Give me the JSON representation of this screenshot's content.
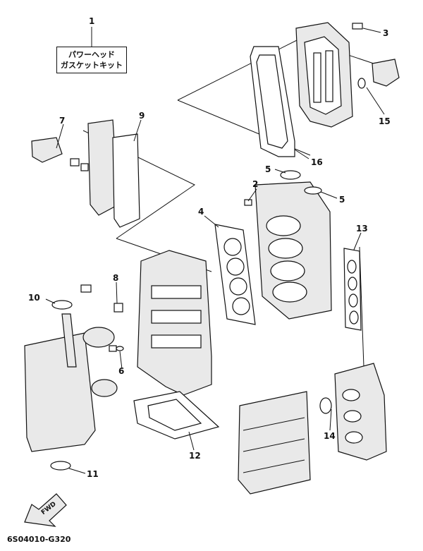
{
  "callouts": [
    "1",
    "2",
    "3",
    "4",
    "5",
    "5",
    "6",
    "7",
    "8",
    "9",
    "10",
    "11",
    "12",
    "13",
    "14",
    "15",
    "16"
  ],
  "kit_label": {
    "line1": "パワーヘッド",
    "line2": "ガスケットキット"
  },
  "fwd_label": "FWD",
  "diagram_code": "6S04010-G320"
}
